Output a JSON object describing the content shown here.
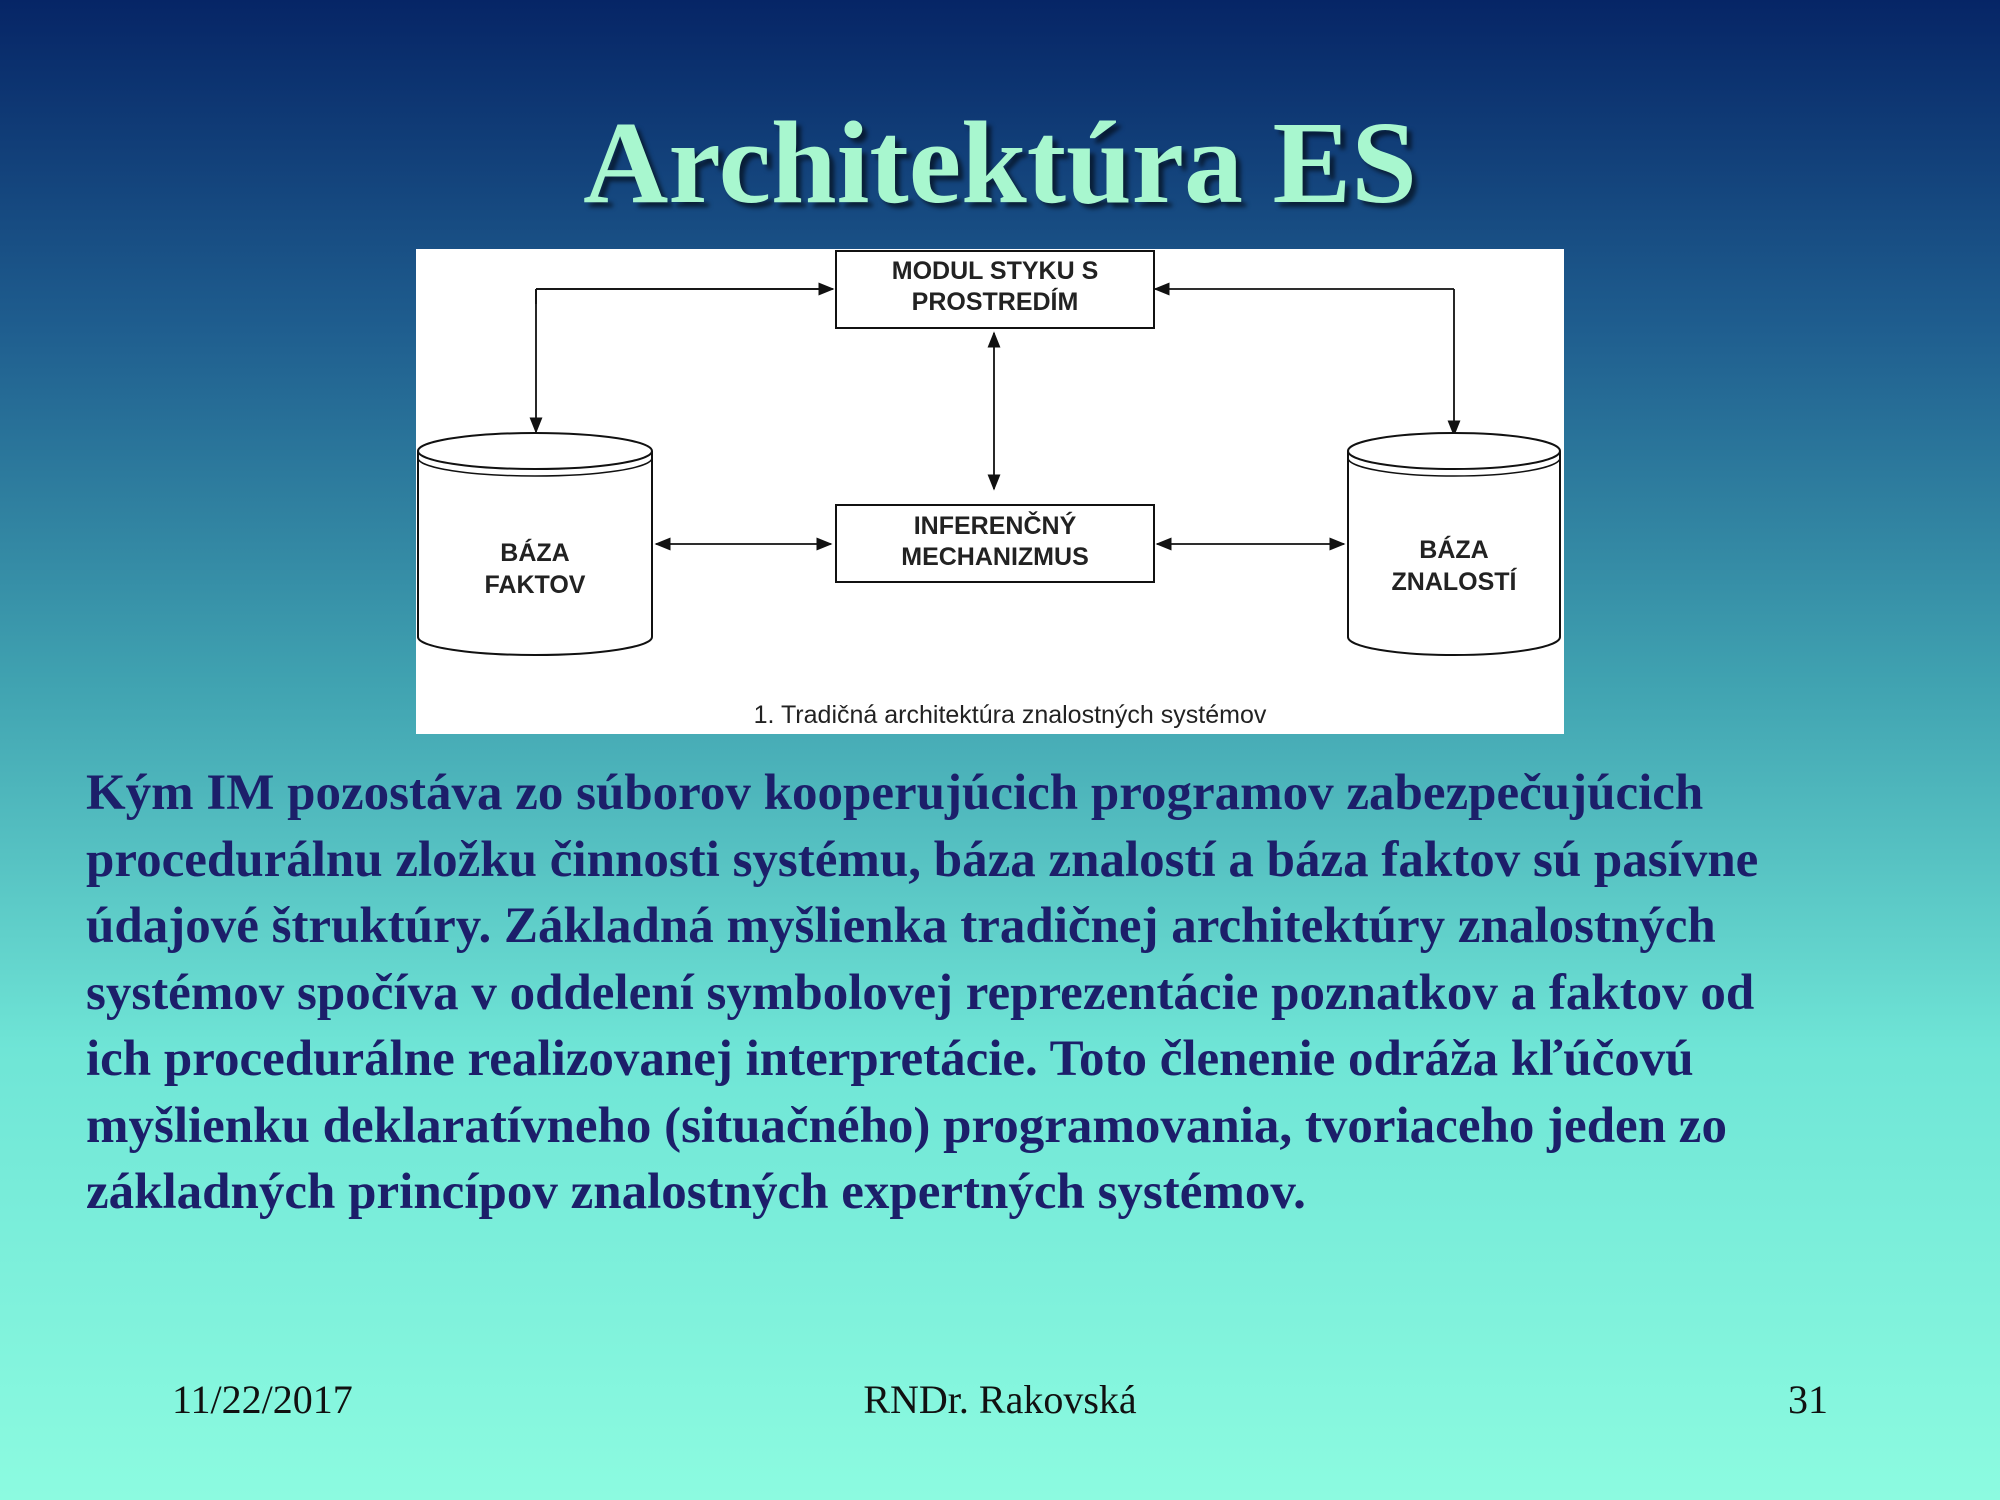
{
  "slide": {
    "title": "Architektúra ES",
    "diagram": {
      "top_box": [
        "MODUL STYKU S",
        "PROSTREDÍM"
      ],
      "center_box": [
        "INFERENČNÝ",
        "MECHANIZMUS"
      ],
      "left_db": [
        "BÁZA",
        "FAKTOV"
      ],
      "right_db": [
        "BÁZA",
        "ZNALOSTÍ"
      ],
      "caption": "1. Tradičná architektúra znalostných systémov"
    },
    "body_lines": [
      "Kým IM pozostáva zo súborov kooperujúcich programov zabezpečujúcich",
      "procedurálnu zložku činnosti systému, báza znalostí a báza faktov sú pasívne",
      "údajové štruktúry. Základná myšlienka tradičnej architektúry znalostných",
      "systémov spočíva v oddelení symbolovej reprezentácie poznatkov a faktov od",
      "ich procedurálne realizovanej interpretácie. Toto členenie odráža kľúčovú",
      "myšlienku deklaratívneho (situačného) programovania, tvoriaceho jeden zo",
      "základných princípov znalostných expertných systémov."
    ]
  },
  "footer": {
    "date": "11/22/2017",
    "author": "RNDr. Rakovská",
    "page": "31"
  },
  "colors": {
    "title": "#a8f7cf",
    "body_text": "#1c1f6a",
    "bg_top": "#062566",
    "bg_bottom": "#8cfbe0"
  }
}
